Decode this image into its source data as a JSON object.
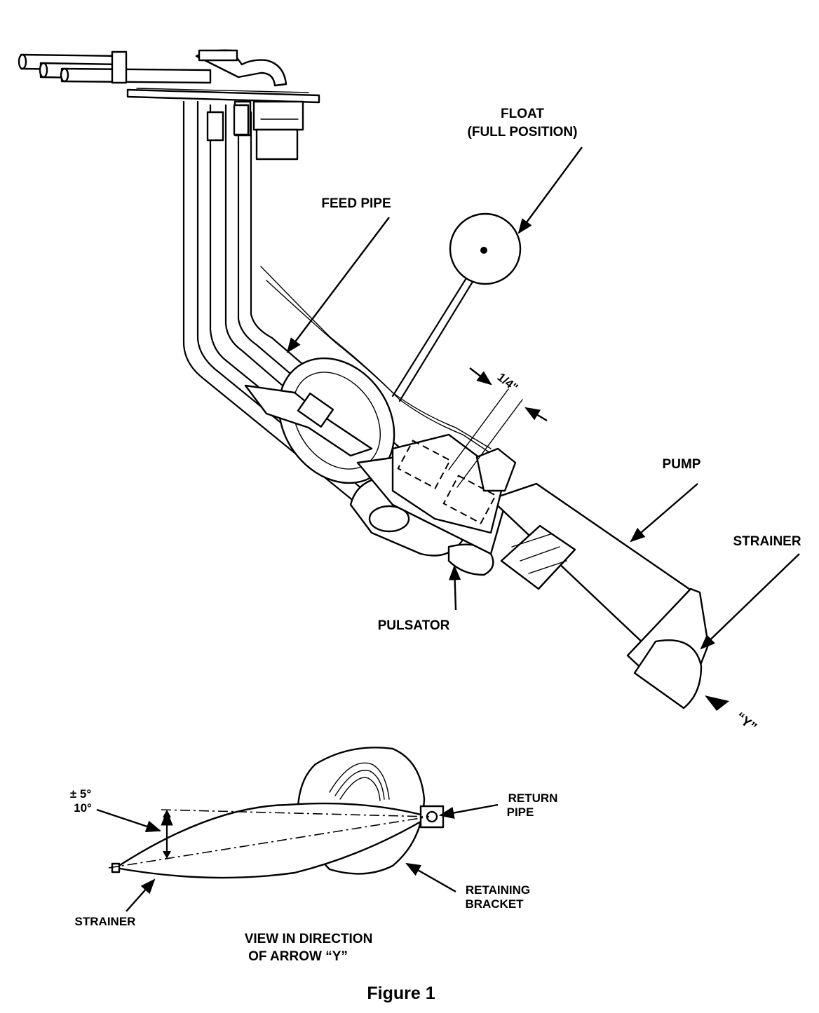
{
  "labels": {
    "float_line1": "FLOAT",
    "float_line2": "(FULL POSITION)",
    "feed_pipe": "FEED PIPE",
    "dimension": "1/4\"",
    "pump": "PUMP",
    "strainer_top": "STRAINER",
    "pulsator": "PULSATOR",
    "y_marker": "“Y”",
    "angle_line1": "± 5°",
    "angle_line2": "10°",
    "return_pipe_line1": "RETURN",
    "return_pipe_line2": "PIPE",
    "retaining_bracket_line1": "RETAINING",
    "retaining_bracket_line2": "BRACKET",
    "strainer_bottom": "STRAINER",
    "view_caption_line1": "VIEW IN DIRECTION",
    "view_caption_line2": "OF ARROW “Y”"
  },
  "caption": "Figure 1"
}
